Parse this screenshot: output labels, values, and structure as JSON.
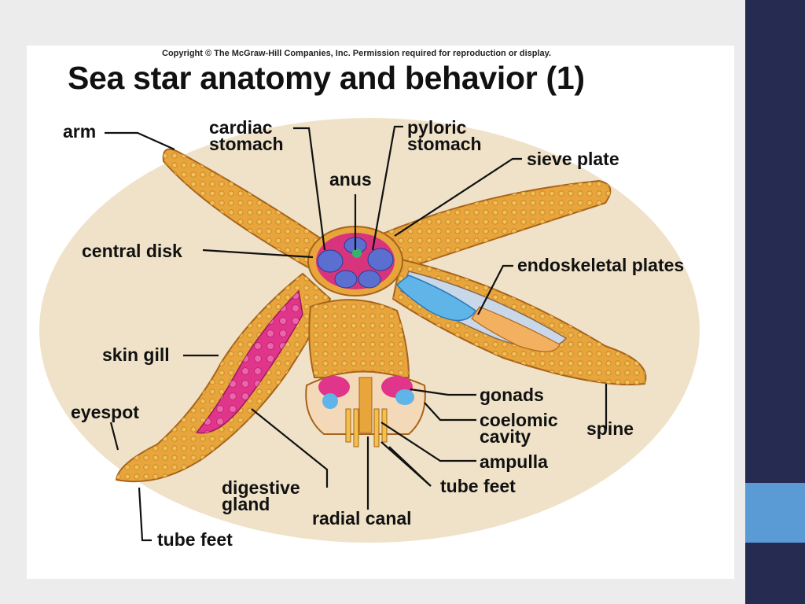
{
  "copyright": "Copyright © The McGraw-Hill Companies, Inc. Permission required for reproduction or display.",
  "title": "Sea star anatomy and behavior (1)",
  "labels": {
    "arm": "arm",
    "cardiac_stomach": "cardiac\nstomach",
    "pyloric_stomach": "pyloric\nstomach",
    "sieve_plate": "sieve plate",
    "anus": "anus",
    "central_disk": "central disk",
    "endoskeletal_plates": "endoskeletal plates",
    "skin_gill": "skin gill",
    "eyespot": "eyespot",
    "gonads": "gonads",
    "coelomic_cavity": "coelomic\ncavity",
    "spine": "spine",
    "ampulla": "ampulla",
    "digestive_gland": "digestive\ngland",
    "tube_feet_right": "tube feet",
    "radial_canal": "radial canal",
    "tube_feet_left": "tube feet"
  },
  "colors": {
    "sidebar": "#262b52",
    "accent": "#5b9bd5",
    "body": "#e8a53c",
    "gonad": "#e0358a",
    "stomach": "#5b6fd0",
    "caeca": "#5fb4e8"
  }
}
